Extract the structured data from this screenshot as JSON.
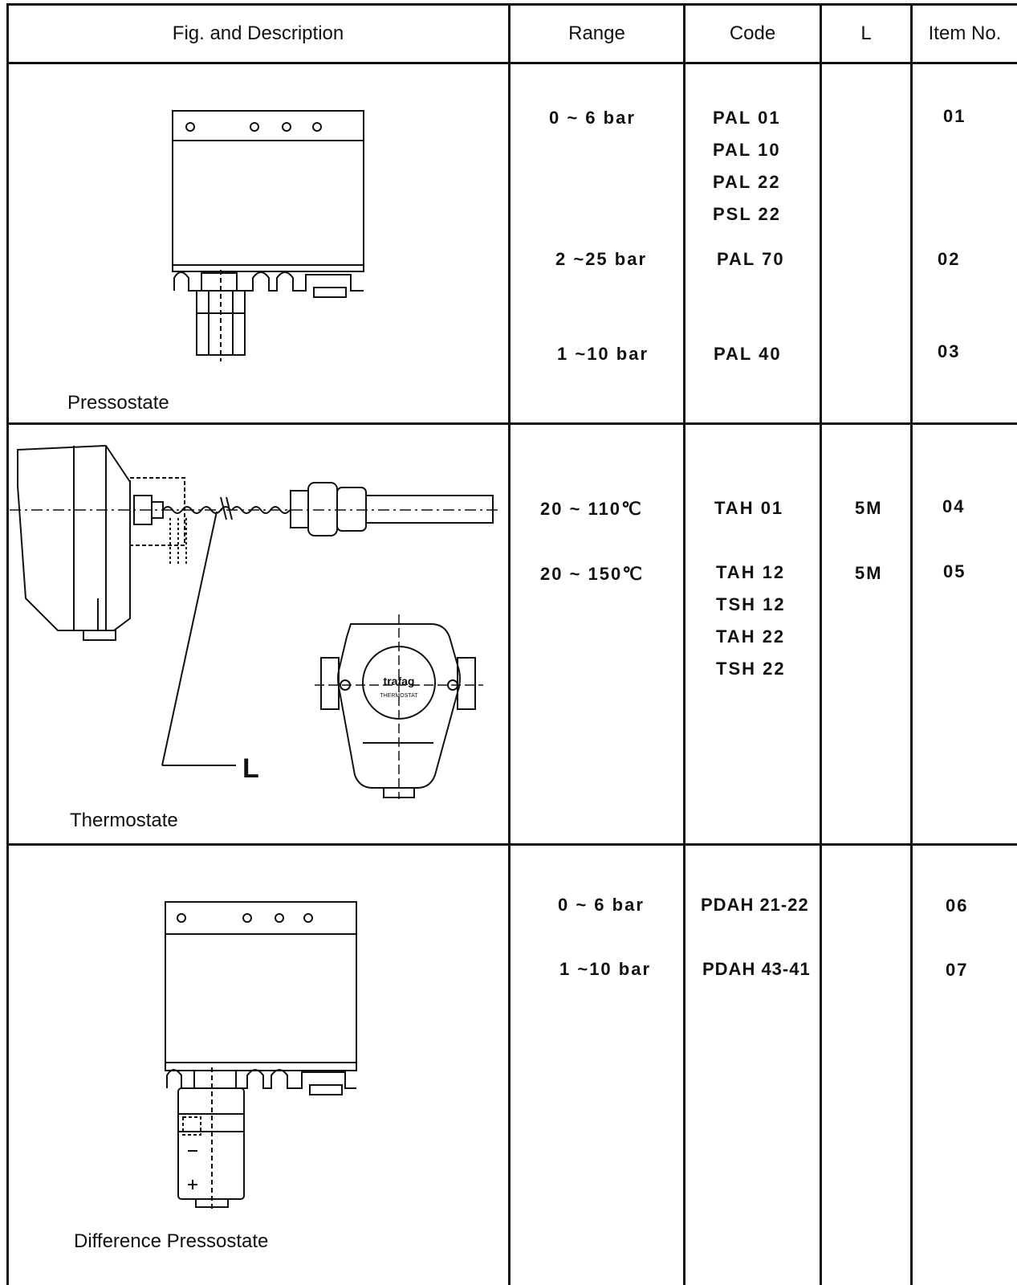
{
  "header": {
    "fig_desc": "Fig. and Description",
    "range": "Range",
    "code": "Code",
    "l": "L",
    "item_no": "Item No."
  },
  "sections": [
    {
      "description": "Pressostate",
      "rows": [
        {
          "range": "0 ~ 6 bar",
          "codes": [
            "PAL 01",
            "PAL 10",
            "PAL 22",
            "PSL 22"
          ],
          "l": "",
          "item": "01"
        },
        {
          "range": "2 ~25 bar",
          "codes": [
            "PAL 70"
          ],
          "l": "",
          "item": "02"
        },
        {
          "range": "1 ~10 bar",
          "codes": [
            "PAL 40"
          ],
          "l": "",
          "item": "03"
        }
      ]
    },
    {
      "description": "Thermostate",
      "figure_label_l": "L",
      "figure_brand": "trafag",
      "figure_brand_sub": "THERMOSTAT",
      "rows": [
        {
          "range": "20 ~ 110℃",
          "codes": [
            "TAH 01"
          ],
          "l": "5M",
          "item": "04"
        },
        {
          "range": "20 ~ 150℃",
          "codes": [
            "TAH 12",
            "TSH 12",
            "TAH 22",
            "TSH 22"
          ],
          "l": "5M",
          "item": "05"
        }
      ]
    },
    {
      "description": "Difference Pressostate",
      "rows": [
        {
          "range": "0 ~ 6 bar",
          "codes": [
            "PDAH 21-22"
          ],
          "l": "",
          "item": "06"
        },
        {
          "range": "1 ~10 bar",
          "codes": [
            "PDAH 43-41"
          ],
          "l": "",
          "item": "07"
        }
      ]
    }
  ]
}
